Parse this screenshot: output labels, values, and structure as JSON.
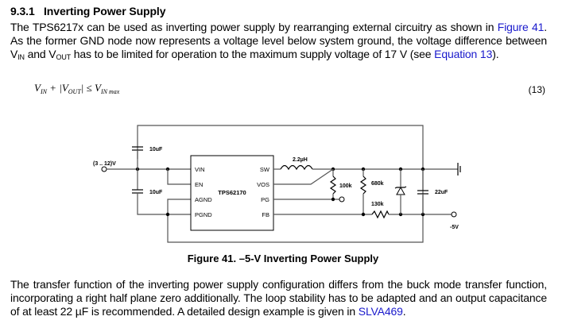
{
  "section": {
    "number": "9.3.1",
    "title": "Inverting Power Supply"
  },
  "paragraph1": {
    "part1": "The TPS6217x can be used as inverting power supply by rearranging external circuitry as shown in ",
    "link1": "Figure 41",
    "part2": ". As the former GND node now represents a voltage level below system ground, the voltage difference between V",
    "sub_in": "IN",
    "part3": " and V",
    "sub_out": "OUT",
    "part4": " has to be limited for operation to the maximum supply voltage of 17 V (see ",
    "link2": "Equation 13",
    "part5": ")."
  },
  "equation": {
    "v1": "V",
    "s1": "IN",
    "plus": " + |",
    "v2": "V",
    "s2": "OUT",
    "rel": "| ≤ ",
    "v3": "V",
    "s3": "IN max",
    "number": "(13)"
  },
  "schematic": {
    "input_label": "(3 .. 12)V",
    "cap_top": "10uF",
    "cap_bottom": "10uF",
    "ic_name": "TPS62170",
    "pins_left": [
      "VIN",
      "EN",
      "AGND",
      "PGND"
    ],
    "pins_right": [
      "SW",
      "VOS",
      "PG",
      "FB"
    ],
    "inductor": "2.2µH",
    "r_pullup": "100k",
    "r_top": "680k",
    "r_bottom": "130k",
    "cap_out": "22uF",
    "output_label": "-5V"
  },
  "figure_caption": "Figure 41.  –5-V Inverting Power Supply",
  "paragraph2": {
    "part1": "The transfer function of the inverting power supply configuration differs from the buck mode transfer function, incorporating a right half plane zero additionally. The loop stability has to be adapted and an output capacitance of at least 22 µF is recommended. A detailed design example is given in ",
    "link": "SLVA469",
    "part2": "."
  }
}
